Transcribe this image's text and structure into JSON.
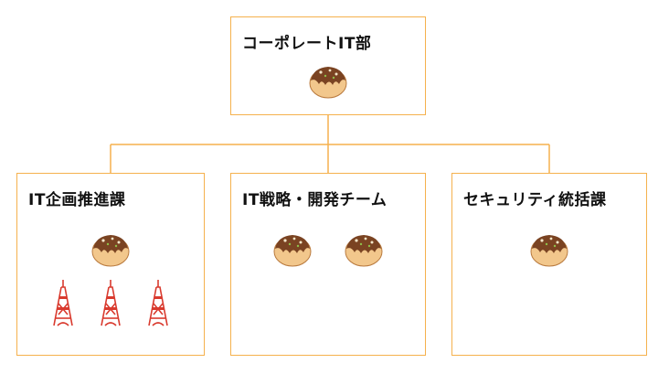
{
  "org_chart": {
    "root": {
      "title": "コーポレートIT部",
      "takoyaki_count": 1
    },
    "children": [
      {
        "title": "IT企画推進課",
        "takoyaki_count": 1,
        "tower_count": 3
      },
      {
        "title": "IT戦略・開発チーム",
        "takoyaki_count": 2,
        "tower_count": 0
      },
      {
        "title": "セキュリティ統括課",
        "takoyaki_count": 1,
        "tower_count": 0
      }
    ]
  },
  "colors": {
    "border": "#f5b14d",
    "connector": "#f5b14d",
    "takoyaki_ball": "#f2c78c",
    "takoyaki_sauce": "#7a4322",
    "tower": "#d93a2e"
  },
  "icons": {
    "takoyaki": "takoyaki-icon",
    "tower": "tokyo-tower-icon"
  }
}
